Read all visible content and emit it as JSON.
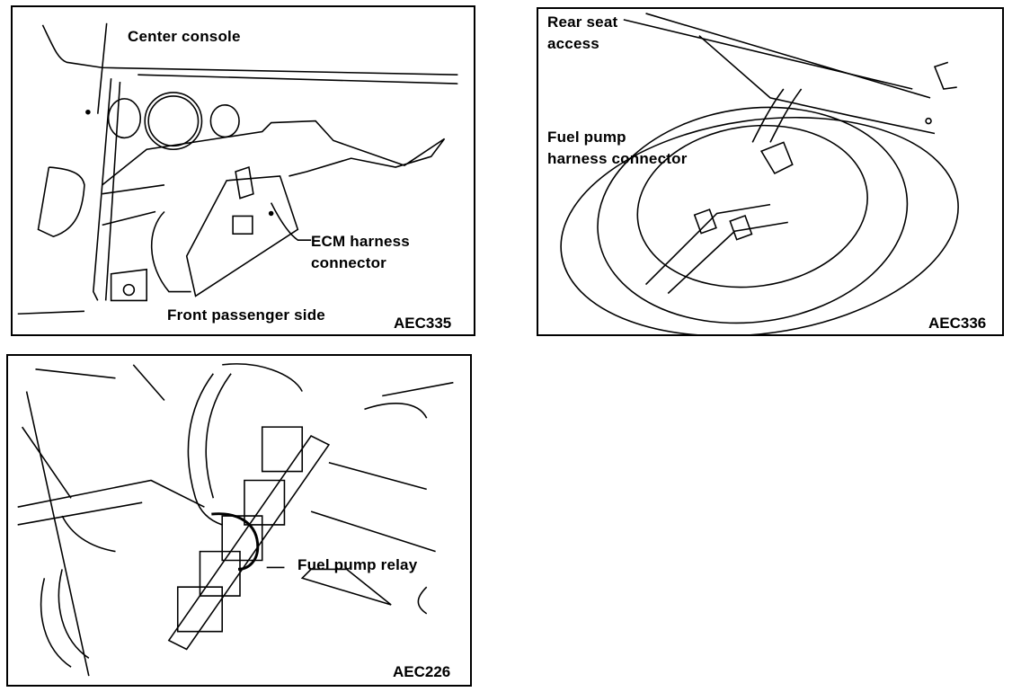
{
  "figures": [
    {
      "id": "AEC335",
      "callouts": [
        "Center console",
        "ECM harness connector",
        "Front passenger side"
      ],
      "labels": {
        "center_console": "Center console",
        "ecm_line1": "ECM harness",
        "ecm_line2": "connector",
        "location": "Front passenger side"
      },
      "code": "AEC335"
    },
    {
      "id": "AEC336",
      "labels": {
        "rear_line1": "Rear seat",
        "rear_line2": "access",
        "fp_line1": "Fuel pump",
        "fp_line2": "harness connector"
      },
      "code": "AEC336"
    },
    {
      "id": "AEC226",
      "labels": {
        "relay": "Fuel pump relay"
      },
      "code": "AEC226"
    }
  ]
}
